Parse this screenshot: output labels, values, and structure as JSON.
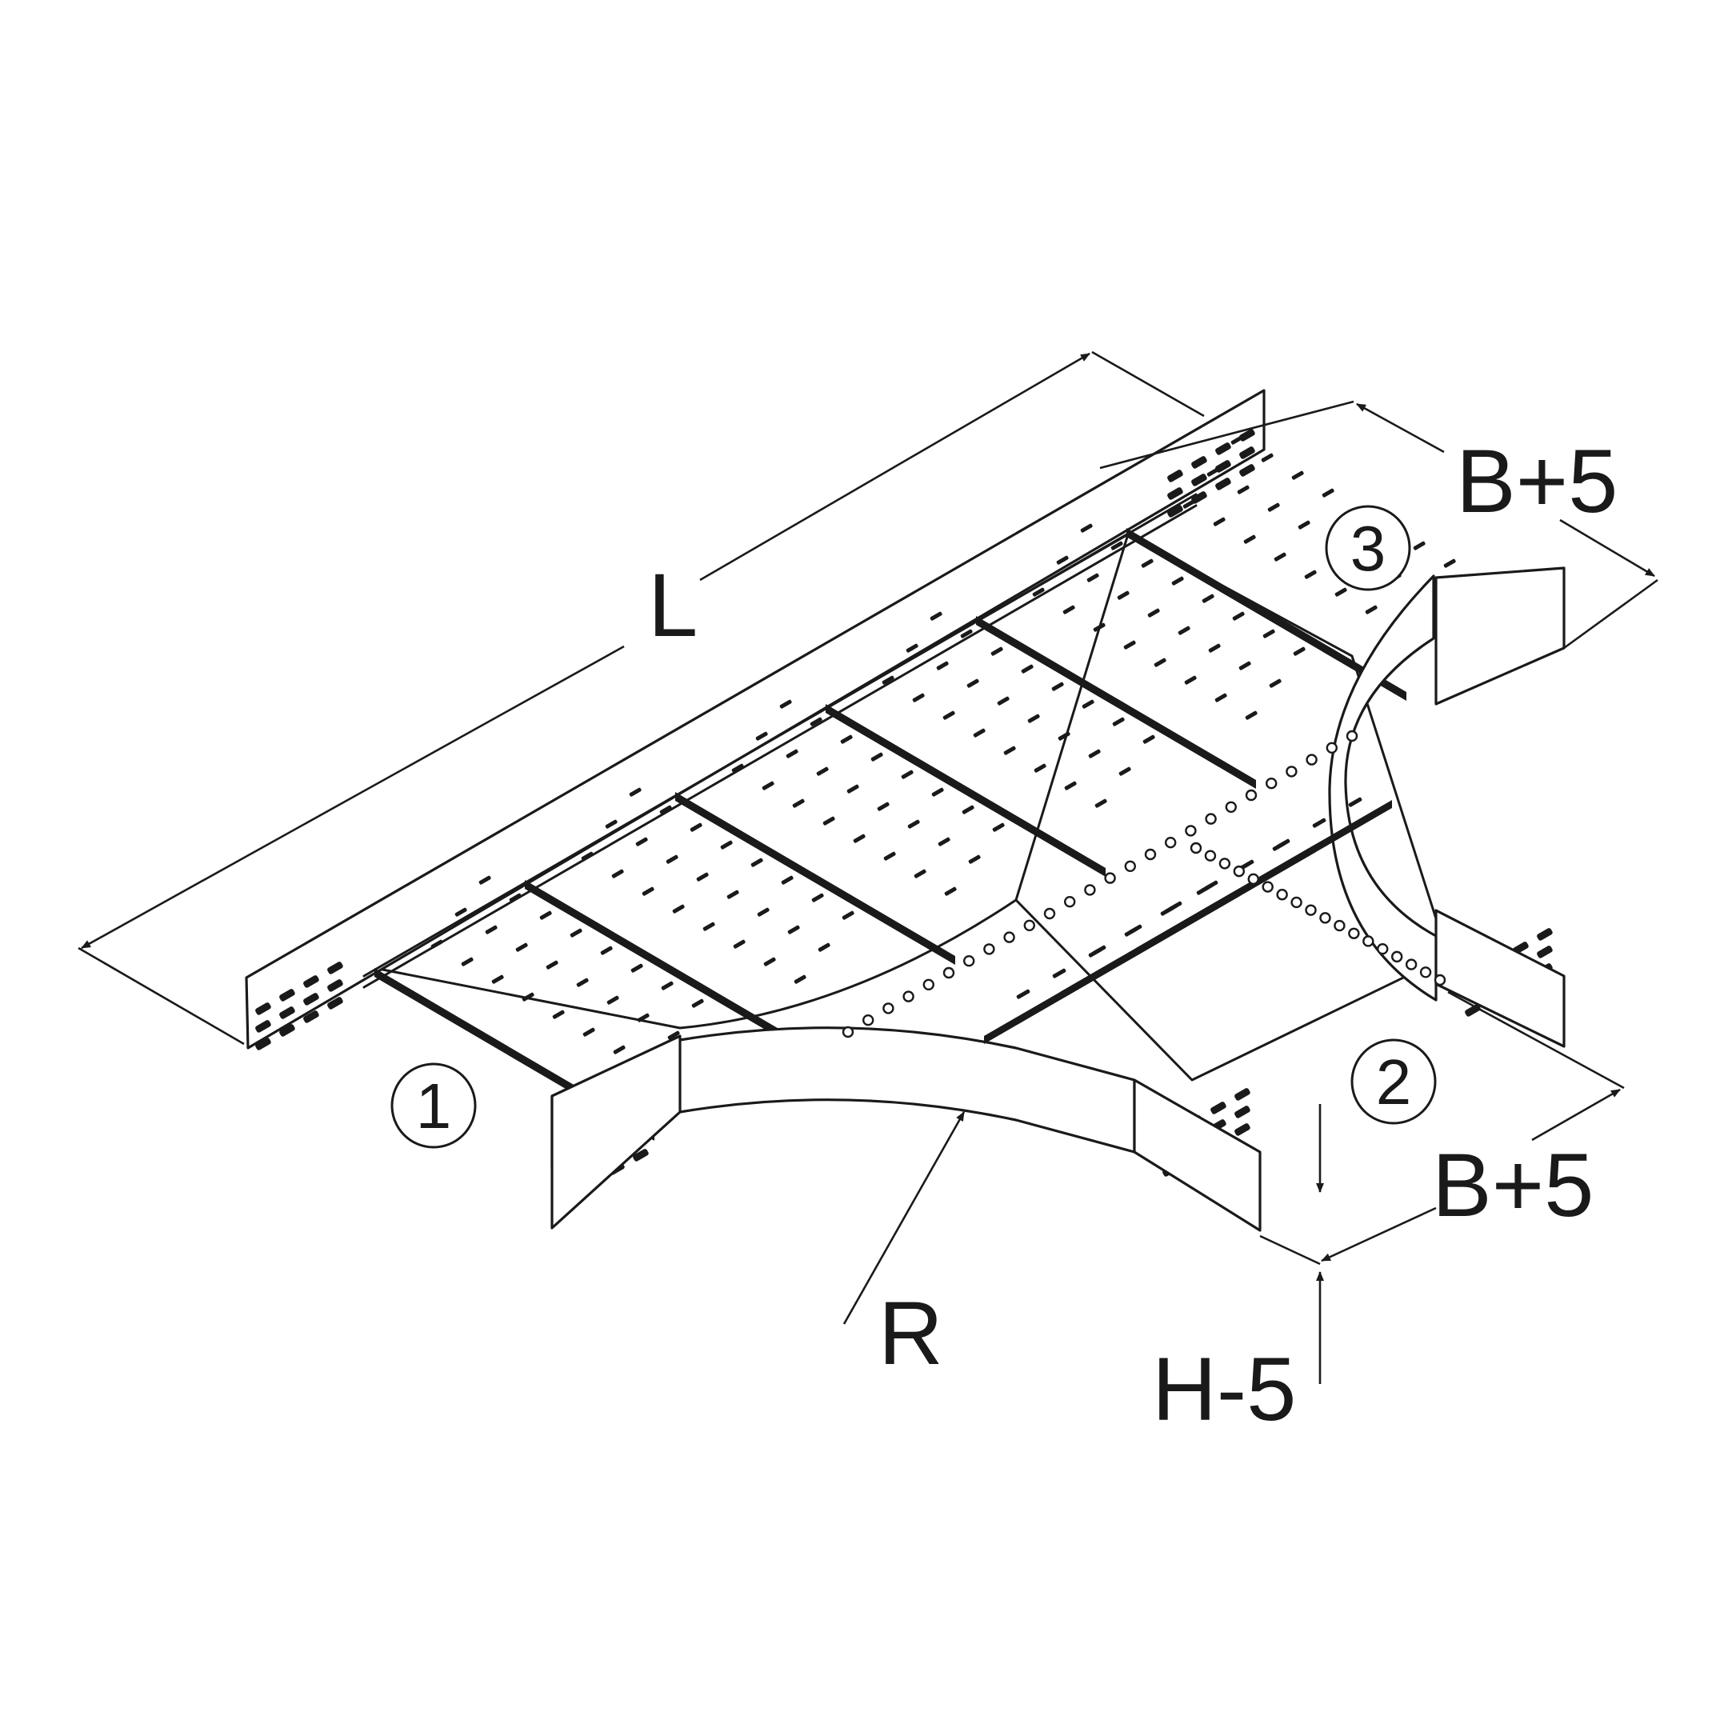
{
  "dimensions": {
    "length": "L",
    "width_top": "B+5",
    "width_bottom": "B+5",
    "radius": "R",
    "height": "H-5"
  },
  "branches": {
    "branch_1": "1",
    "branch_2": "2",
    "branch_3": "3"
  }
}
